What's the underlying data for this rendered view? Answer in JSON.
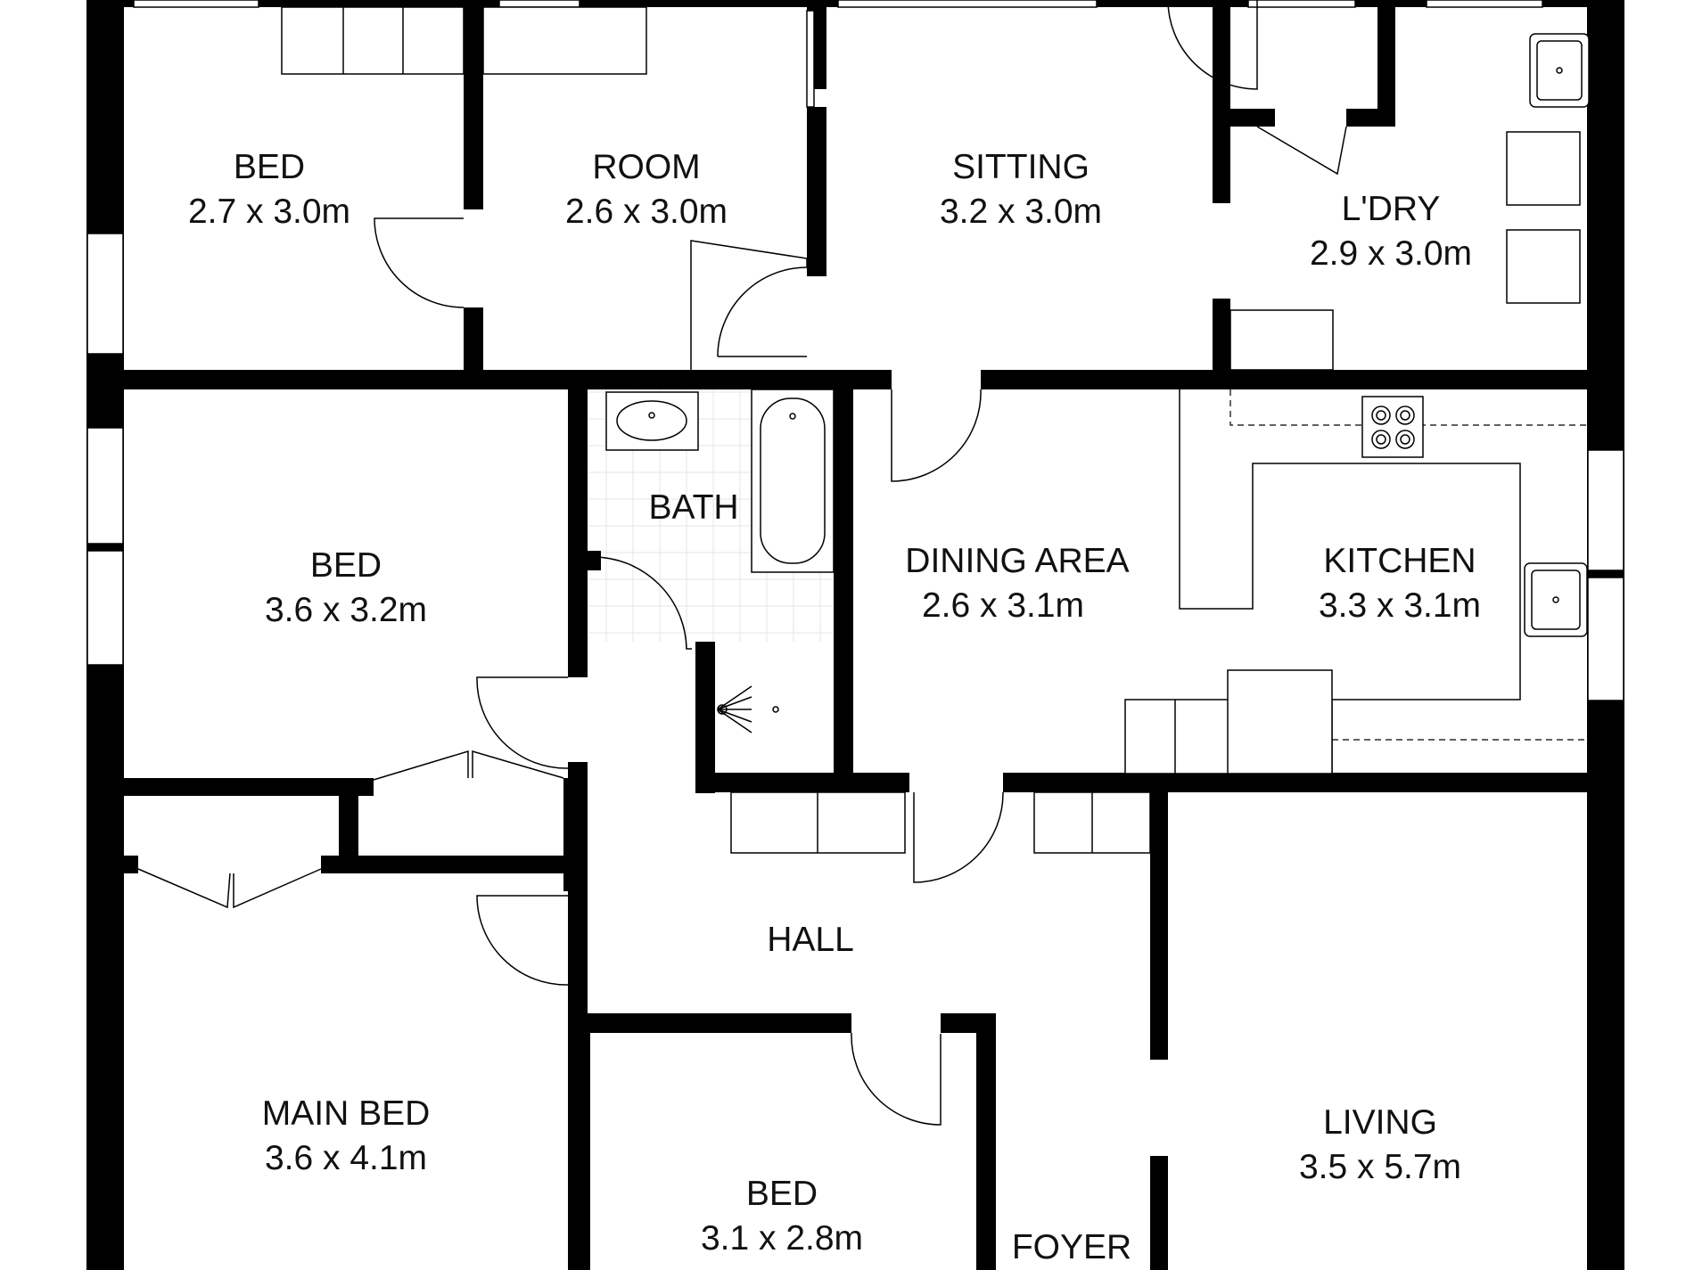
{
  "colors": {
    "wall": "#000000",
    "background": "#ffffff",
    "fixture_line": "#000000"
  },
  "rooms": {
    "bed_top_left": {
      "name": "BED",
      "dims": "2.7 x 3.0m"
    },
    "room_top": {
      "name": "ROOM",
      "dims": "2.6 x 3.0m"
    },
    "sitting": {
      "name": "SITTING",
      "dims": "3.2 x 3.0m"
    },
    "laundry": {
      "name": "L'DRY",
      "dims": "2.9 x 3.0m"
    },
    "bed_middle": {
      "name": "BED",
      "dims": "3.6 x 3.2m"
    },
    "bath": {
      "name": "BATH"
    },
    "dining": {
      "name": "DINING AREA",
      "dims": "2.6 x 3.1m"
    },
    "kitchen": {
      "name": "KITCHEN",
      "dims": "3.3 x 3.1m"
    },
    "hall": {
      "name": "HALL"
    },
    "main_bed": {
      "name": "MAIN BED",
      "dims": "3.6 x 4.1m"
    },
    "bed_bottom": {
      "name": "BED",
      "dims": "3.1 x 2.8m"
    },
    "foyer": {
      "name": "FOYER"
    },
    "living": {
      "name": "LIVING",
      "dims": "3.5 x 5.7m"
    }
  },
  "icons": [
    "door-swing-icon",
    "sink-icon",
    "bathtub-icon",
    "shower-icon",
    "cooktop-icon",
    "window-icon"
  ]
}
